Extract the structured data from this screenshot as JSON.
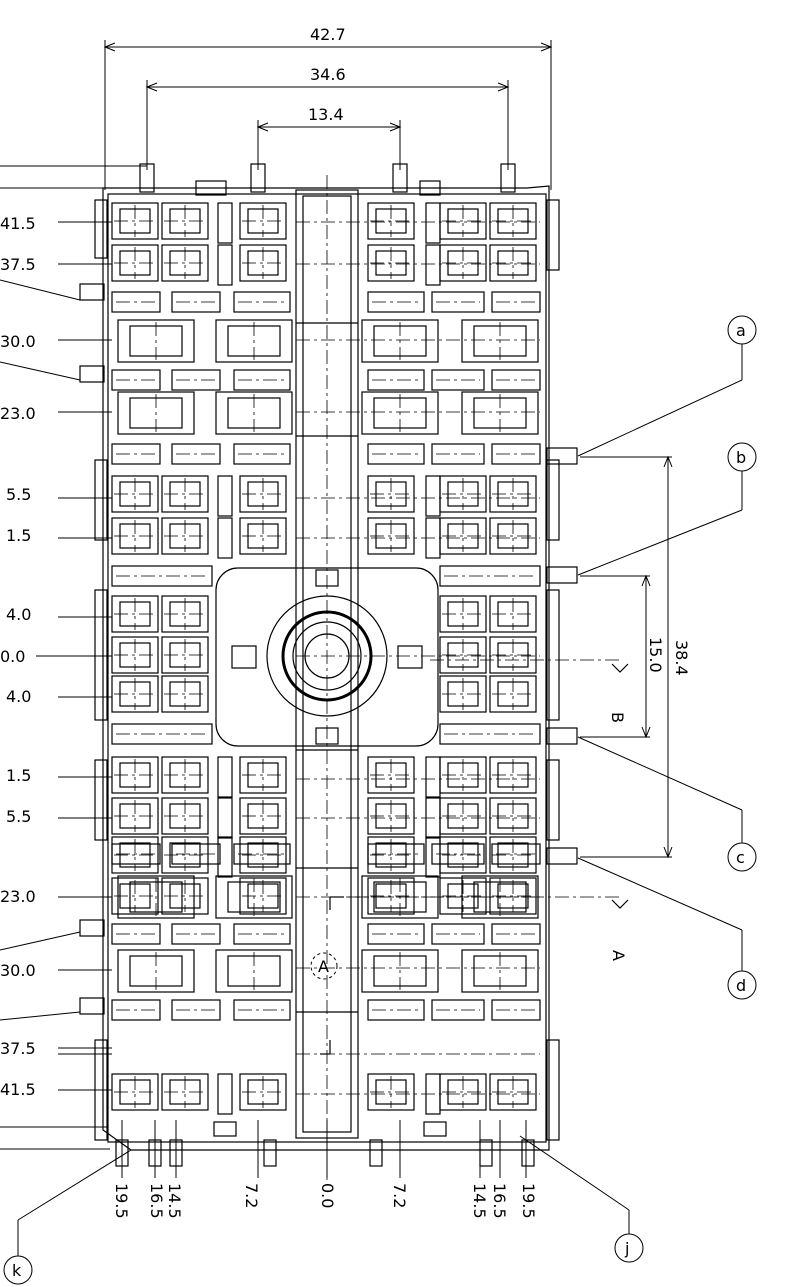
{
  "top_dimensions": [
    "42.7",
    "34.6",
    "13.4"
  ],
  "left_labels": [
    "41.5",
    "37.5",
    "30.0",
    "23.0",
    "5.5",
    "1.5",
    "4.0",
    "0.0",
    "4.0",
    "1.5",
    "5.5",
    "23.0",
    "30.0",
    "37.5",
    "41.5"
  ],
  "bottom_labels": [
    "19.5",
    "16.5",
    "14.5",
    "7.2",
    "0.0",
    "7.2",
    "14.5",
    "16.5",
    "19.5"
  ],
  "right_dimensions": [
    "38.4",
    "15.0"
  ],
  "callouts": [
    "a",
    "b",
    "c",
    "d",
    "j",
    "k"
  ],
  "section_labels": [
    "B",
    "A"
  ],
  "datum_label": "A"
}
